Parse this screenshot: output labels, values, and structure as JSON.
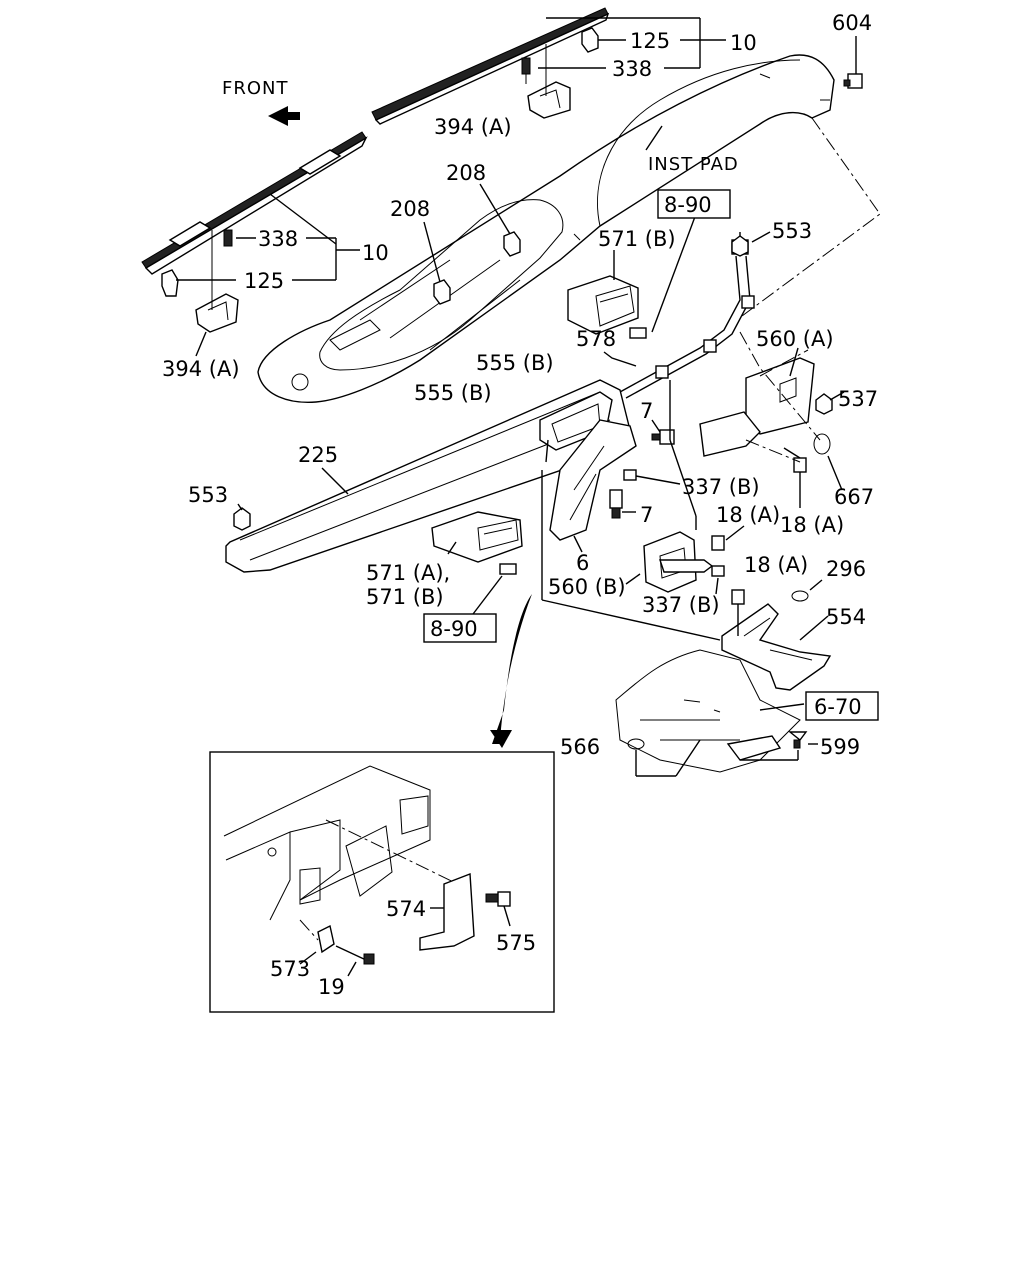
{
  "labels": {
    "p604": "604",
    "p125_top": "125",
    "p10_top": "10",
    "p338_top": "338",
    "front": "FRONT",
    "p394a_top": "394 (A)",
    "inst_pad": "INST PAD",
    "ref_890_top": "8-90",
    "p208_right": "208",
    "p208_left": "208",
    "p338_left": "338",
    "p10_left": "10",
    "p125_left": "125",
    "p571b_top": "571 (B)",
    "p553_right": "553",
    "p394a_left": "394 (A)",
    "p578": "578",
    "p560a": "560 (A)",
    "p555b_upper": "555 (B)",
    "p537": "537",
    "p555b_lower": "555 (B)",
    "p7_upper": "7",
    "p225": "225",
    "p337b_upper": "337 (B)",
    "p553_left": "553",
    "p667": "667",
    "p7_lower": "7",
    "p18a_upper": "18 (A)",
    "p18a_right": "18 (A)",
    "p6": "6",
    "p571a": "571 (A),",
    "p571b_lower": "571 (B)",
    "p560b": "560 (B)",
    "p18a_lower": "18 (A)",
    "p296": "296",
    "p337b_lower": "337 (B)",
    "p554": "554",
    "ref_890_bottom": "8-90",
    "ref_670": "6-70",
    "p566": "566",
    "p599": "599",
    "p574": "574",
    "p575": "575",
    "p573": "573",
    "p19": "19"
  }
}
